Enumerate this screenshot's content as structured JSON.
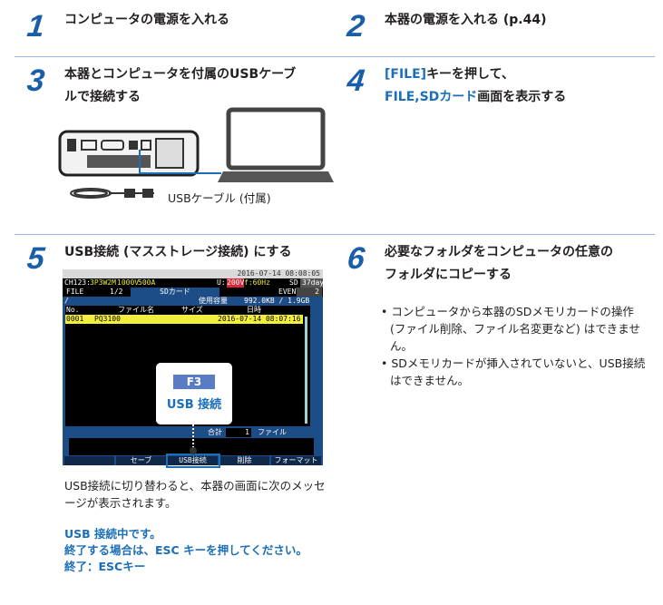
{
  "steps": [
    {
      "num": "1",
      "title": "コンピュータの電源を入れる"
    },
    {
      "num": "2",
      "title": "本器の電源を入れる (p.44)"
    },
    {
      "num": "3",
      "title_line1": "本器とコンピュータを付属のUSBケーブ",
      "title_line2": "ルで接続する",
      "cable_label": "USBケーブル (付属)"
    },
    {
      "num": "4",
      "title_key": "[FILE]",
      "title_rest": "キーを押して、",
      "title_screen": "FILE,SDカード",
      "title_end": "画面を表示する"
    },
    {
      "num": "5",
      "title": "USB接続 (マスストレージ接続) にする",
      "body": "USB接続に切り替わると、本器の画面に次のメッセージが表示されます。",
      "message": [
        "USB 接続中です。",
        "終了する場合は、ESC キーを押してください。",
        "終了：ESCキー"
      ]
    },
    {
      "num": "6",
      "title_line1": "必要なフォルダをコンピュータの任意の",
      "title_line2": "フォルダにコピーする",
      "bullets": [
        "コンピュータから本器のSDメモリカードの操作 (ファイル削除、ファイル名変更など) はできません。",
        "SDメモリカードが挿入されていないと、USB接続はできません。"
      ]
    }
  ],
  "screen": {
    "datetime": "2016-07-14 08:08:05",
    "channel": "CH123:",
    "wiring": "3P3W2M",
    "voltage": "1000V",
    "current": "500A",
    "u_label": "U:",
    "u_value": "200V",
    "freq": "f:60Hz",
    "sd": "SD",
    "days": "37days",
    "event_label": "EVENT",
    "event_value": "2",
    "tab_file": "FILE",
    "page": "1/2",
    "tab_sd": "SDカード",
    "path": "/",
    "usage_label": "使用容量",
    "usage": "992.0KB / 1.9GB",
    "columns": [
      "No.",
      "ファイル名",
      "サイズ",
      "日時"
    ],
    "files": [
      {
        "no": "0001",
        "name": "PQ3100",
        "date": "2016-07-14 08:07:16"
      }
    ],
    "total_label": "合計",
    "total": "1",
    "total_unit": "ファイル",
    "fkeys": [
      "",
      "セーブ",
      "USB接続",
      "削除",
      "フォーマット"
    ],
    "callout_key": "F3",
    "callout_label": "USB 接続"
  }
}
